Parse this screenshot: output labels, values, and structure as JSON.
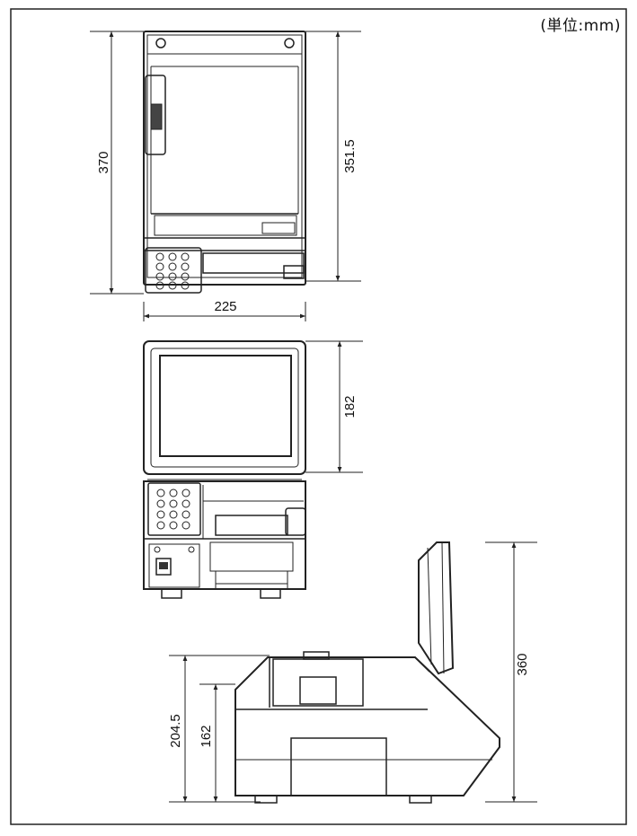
{
  "unit_label": "(単位:mm)",
  "dimensions": {
    "front_top_height": "370",
    "front_display_height": "351.5",
    "width": "225",
    "display_height": "182",
    "total_height": "360",
    "body_height": "204.5",
    "base_height": "162"
  }
}
